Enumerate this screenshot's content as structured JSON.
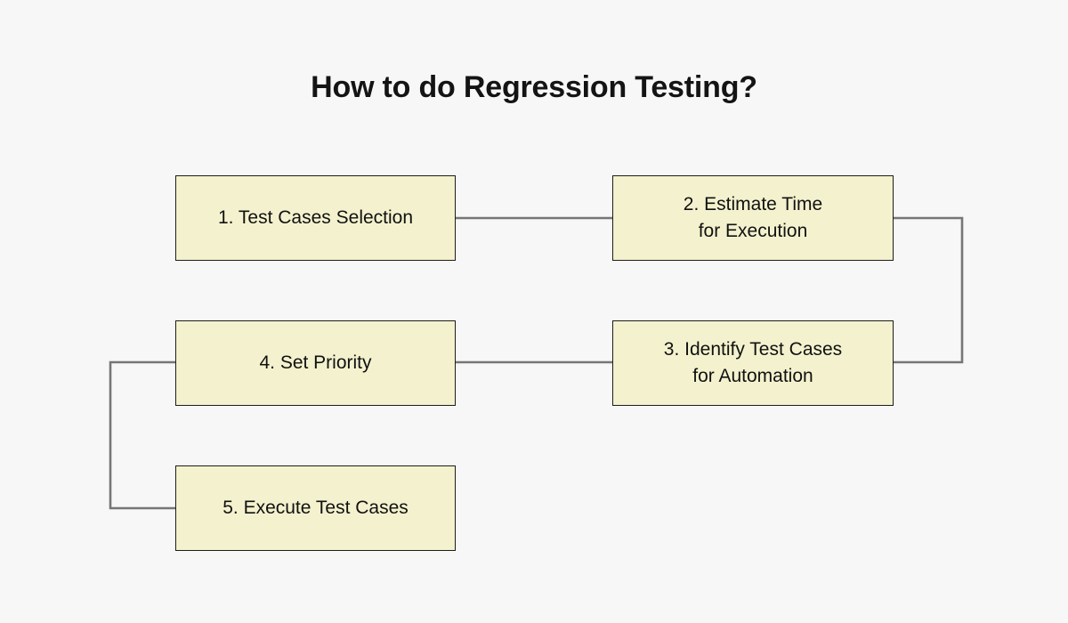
{
  "diagram": {
    "title": "How to do Regression Testing?",
    "background_color": "#f7f7f7",
    "node_fill_color": "#f4f2ce",
    "node_border_color": "#1d1d1b",
    "connector_color": "#767676",
    "text_color": "#111111",
    "nodes": [
      {
        "id": "1",
        "label": "1. Test Cases Selection"
      },
      {
        "id": "2",
        "label": "2. Estimate Time\nfor Execution"
      },
      {
        "id": "3",
        "label": "3. Identify Test Cases\nfor Automation"
      },
      {
        "id": "4",
        "label": "4. Set Priority"
      },
      {
        "id": "5",
        "label": "5. Execute Test Cases"
      }
    ],
    "connectors": [
      {
        "from": "1",
        "to": "2",
        "style": "straight-horizontal"
      },
      {
        "from": "2",
        "to": "3",
        "style": "right-elbow"
      },
      {
        "from": "3",
        "to": "4",
        "style": "straight-horizontal"
      },
      {
        "from": "4",
        "to": "5",
        "style": "left-elbow"
      }
    ]
  }
}
